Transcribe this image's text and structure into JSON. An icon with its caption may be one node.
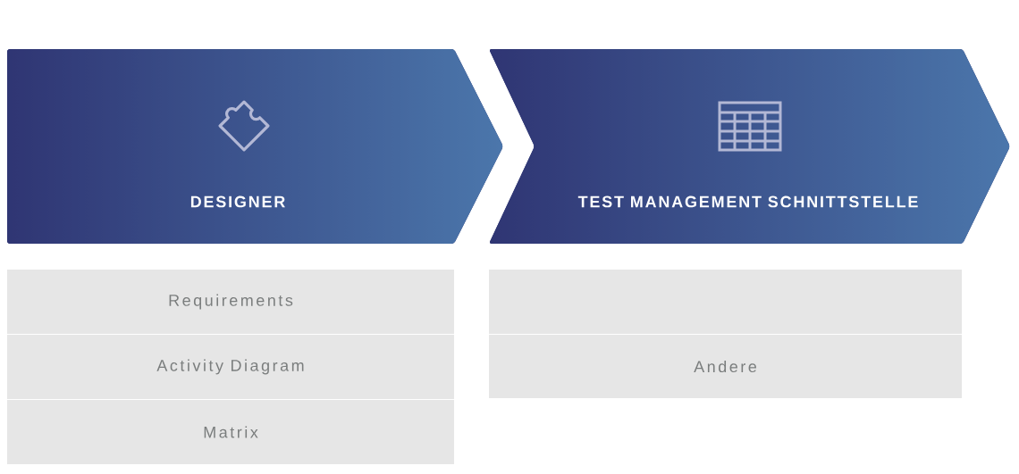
{
  "diagram": {
    "nodes": [
      {
        "text": [
          "DESIGNER"
        ]
      },
      {
        "text": [
          "TEST MANAGEMENT SCHNITTSTELLE"
        ]
      },
      {
        "text": [
          "Requirements"
        ]
      },
      {
        "text": [
          "Activity Diagram"
        ]
      },
      {
        "text": [
          "Matrix"
        ]
      },
      {
        "text": [],
        "shape": "box"
      },
      {
        "text": [
          "Andere"
        ]
      }
    ]
  }
}
